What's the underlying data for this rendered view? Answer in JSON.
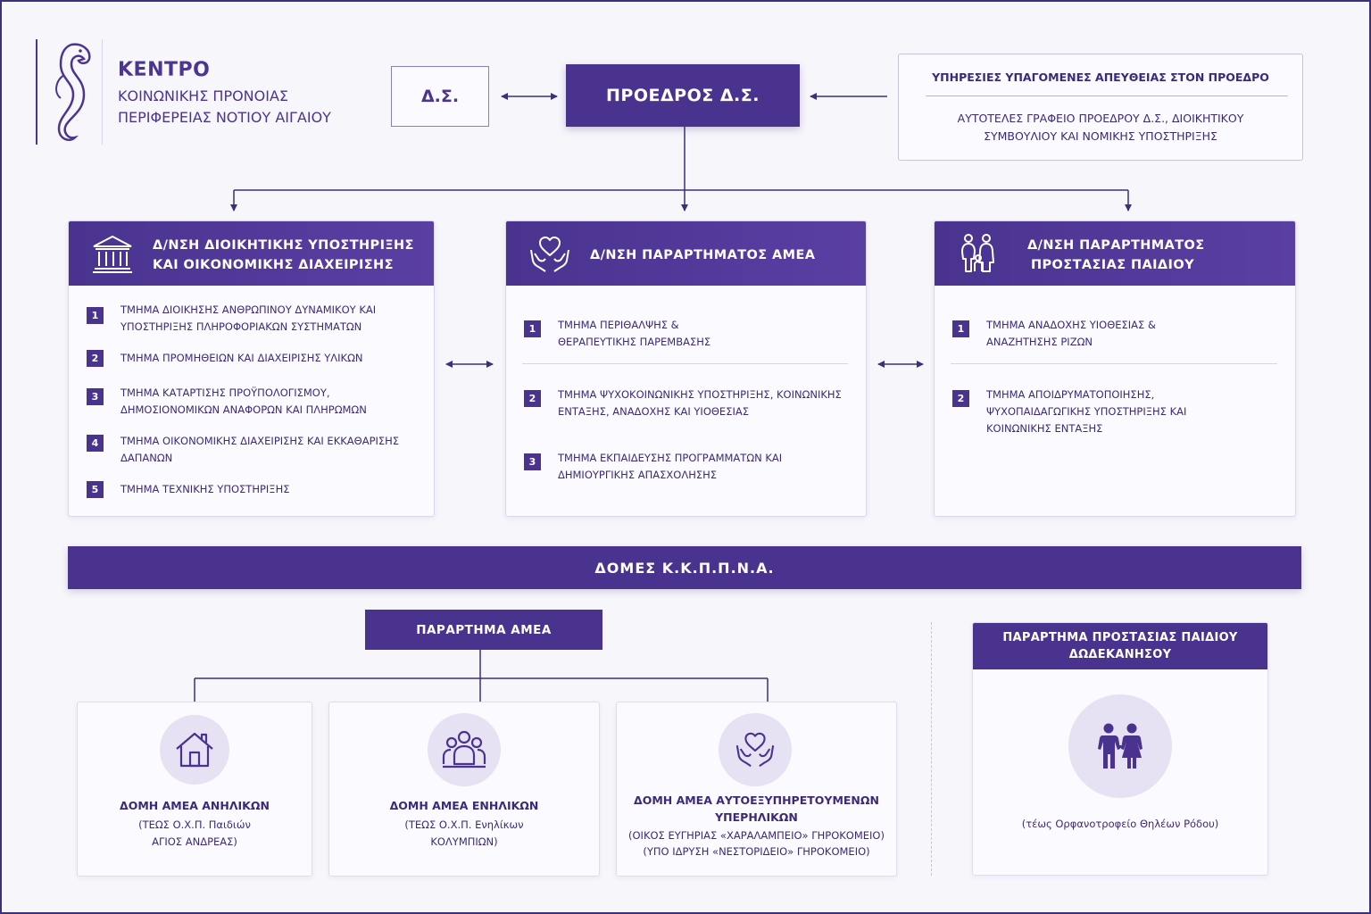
{
  "logo": {
    "title": "ΚΕΝΤΡΟ",
    "line2": "ΚΟΙΝΩΝΙΚΗΣ ΠΡΟΝΟΙΑΣ",
    "line3": "ΠΕΡΙΦΕΡΕΙΑΣ ΝΟΤΙΟΥ ΑΙΓΑΙΟΥ",
    "icon": "seahorse-icon"
  },
  "top": {
    "board": "Δ.Σ.",
    "president": "ΠΡΟΕΔΡΟΣ Δ.Σ.",
    "services_title": "ΥΠΗΡΕΣΙΕΣ ΥΠΑΓΟΜΕΝΕΣ ΑΠΕΥΘΕΙΑΣ ΣΤΟΝ ΠΡΟΕΔΡΟ",
    "services_text": "ΑΥΤΟΤΕΛΕΣ ΓΡΑΦΕΙΟ ΠΡΟΕΔΡΟΥ Δ.Σ., ΔΙΟΙΚΗΤΙΚΟΥ ΣΥΜΒΟΥΛΙΟΥ ΚΑΙ ΝΟΜΙΚΗΣ ΥΠΟΣΤΗΡΙΞΗΣ"
  },
  "directorates": [
    {
      "title_line1": "Δ/ΝΣΗ ΔΙΟΙΚΗΤΙΚΗΣ ΥΠΟΣΤΗΡΙΞΗΣ",
      "title_line2": "ΚΑΙ ΟΙΚΟΝΟΜΙΚΗΣ ΔΙΑΧΕΙΡΙΣΗΣ",
      "icon": "institution-building-icon",
      "items": [
        {
          "num": "1",
          "text": "ΤΜΗΜΑ ΔΙΟΙΚΗΣΗΣ ΑΝΘΡΩΠΙΝΟΥ ΔΥΝΑΜΙΚΟΥ ΚΑΙ ΥΠΟΣΤΗΡΙΞΗΣ ΠΛΗΡΟΦΟΡΙΑΚΩΝ ΣΥΣΤΗΜΑΤΩΝ"
        },
        {
          "num": "2",
          "text": "ΤΜΗΜΑ ΠΡΟΜΗΘΕΙΩΝ ΚΑΙ ΔΙΑΧΕΙΡΙΣΗΣ ΥΛΙΚΩΝ"
        },
        {
          "num": "3",
          "text": "ΤΜΗΜΑ ΚΑΤΑΡΤΙΣΗΣ ΠΡΟΫΠΟΛΟΓΙΣΜΟΥ, ΔΗΜΟΣΙΟΝΟΜΙΚΩΝ ΑΝΑΦΟΡΩΝ ΚΑΙ ΠΛΗΡΩΜΩΝ"
        },
        {
          "num": "4",
          "text": "ΤΜΗΜΑ ΟΙΚΟΝΟΜΙΚΗΣ ΔΙΑΧΕΙΡΙΣΗΣ ΚΑΙ ΕΚΚΑΘΑΡΙΣΗΣ ΔΑΠΑΝΩΝ"
        },
        {
          "num": "5",
          "text": "ΤΜΗΜΑ ΤΕΧΝΙΚΗΣ ΥΠΟΣΤΗΡΙΞΗΣ"
        }
      ]
    },
    {
      "title_line1": "Δ/ΝΣΗ ΠΑΡΑΡΤΗΜΑΤΟΣ ΑΜΕΑ",
      "title_line2": "",
      "icon": "caring-hands-heart-icon",
      "items": [
        {
          "num": "1",
          "text": "ΤΜΗΜΑ ΠΕΡΙΘΑΛΨΗΣ & ΘΕΡΑΠΕΥΤΙΚΗΣ ΠΑΡΕΜΒΑΣΗΣ"
        },
        {
          "num": "2",
          "text": "ΤΜΗΜΑ ΨΥΧΟΚΟΙΝΩΝΙΚΗΣ ΥΠΟΣΤΗΡΙΞΗΣ, ΚΟΙΝΩΝΙΚΗΣ ΕΝΤΑΞΗΣ, ΑΝΑΔΟΧΗΣ ΚΑΙ ΥΙΟΘΕΣΙΑΣ"
        },
        {
          "num": "3",
          "text": "ΤΜΗΜΑ ΕΚΠΑΙΔΕΥΣΗΣ ΠΡΟΓΡΑΜΜΑΤΩΝ ΚΑΙ ΔΗΜΙΟΥΡΓΙΚΗΣ ΑΠΑΣΧΟΛΗΣΗΣ"
        }
      ]
    },
    {
      "title_line1": "Δ/ΝΣΗ ΠΑΡΑΡΤΗΜΑΤΟΣ",
      "title_line2": "ΠΡΟΣΤΑΣΙΑΣ ΠΑΙΔΙΟΥ",
      "icon": "family-children-icon",
      "items": [
        {
          "num": "1",
          "text": "ΤΜΗΜΑ ΑΝΑΔΟΧΗΣ ΥΙΟΘΕΣΙΑΣ & ΑΝΑΖΗΤΗΣΗΣ ΡΙΖΩΝ"
        },
        {
          "num": "2",
          "text": "ΤΜΗΜΑ ΑΠΟΙΔΡΥΜΑΤΟΠΟΙΗΣΗΣ, ΨΥΧΟΠΑΙΔΑΓΩΓΙΚΗΣ ΥΠΟΣΤΗΡΙΞΗΣ ΚΑΙ ΚΟΙΝΩΝΙΚΗΣ ΕΝΤΑΞΗΣ"
        }
      ]
    }
  ],
  "banner": "ΔΟΜΕΣ Κ.Κ.Π.Π.Ν.Α.",
  "amea_annex": {
    "title": "ΠΑΡΑΡΤΗΜΑ ΑΜΕΑ",
    "structures": [
      {
        "icon": "house-icon",
        "title": "ΔΟΜΗ ΑΜΕΑ ΑΝΗΛΙΚΩΝ",
        "title2": "",
        "sub1": "(ΤΕΩΣ Ο.Χ.Π. Παιδιών",
        "sub2": "ΑΓΙΟΣ ΑΝΔΡΕΑΣ)"
      },
      {
        "icon": "people-group-icon",
        "title": "ΔΟΜΗ ΑΜΕΑ ΕΝΗΛΙΚΩΝ",
        "title2": "",
        "sub1": "(ΤΕΩΣ Ο.Χ.Π. Ενηλίκων",
        "sub2": "ΚΟΛΥΜΠΙΩΝ)"
      },
      {
        "icon": "caring-hands-heart-icon",
        "title": "ΔΟΜΗ ΑΜΕΑ ΑΥΤΟΕΞΥΠΗΡΕΤΟΥΜΕΝΩΝ",
        "title2": "ΥΠΕΡΗΛΙΚΩΝ",
        "sub1": "(ΟΙΚΟΣ ΕΥΓΗΡΙΑΣ «ΧΑΡΑΛΑΜΠΕΙΟ» ΓΗΡΟΚΟΜΕΙΟ)",
        "sub2": "(ΥΠΟ ΙΔΡΥΣΗ «ΝΕΣΤΟΡΙΔΕΙΟ» ΓΗΡΟΚΟΜΕΙΟ)"
      }
    ]
  },
  "child_annex": {
    "title_line1": "ΠΑΡΑΡΤΗΜΑ ΠΡΟΣΤΑΣΙΑΣ ΠΑΙΔΙΟΥ",
    "title_line2": "ΔΩΔΕΚΑΝΗΣΟΥ",
    "icon": "children-icon",
    "sub": "(τέως Ορφανοτροφείο Θηλέων Ρόδου)"
  },
  "colors": {
    "primary": "#4a338f",
    "text": "#3b2a78",
    "background": "#f7f6fb",
    "circle": "#e6e1f3"
  }
}
